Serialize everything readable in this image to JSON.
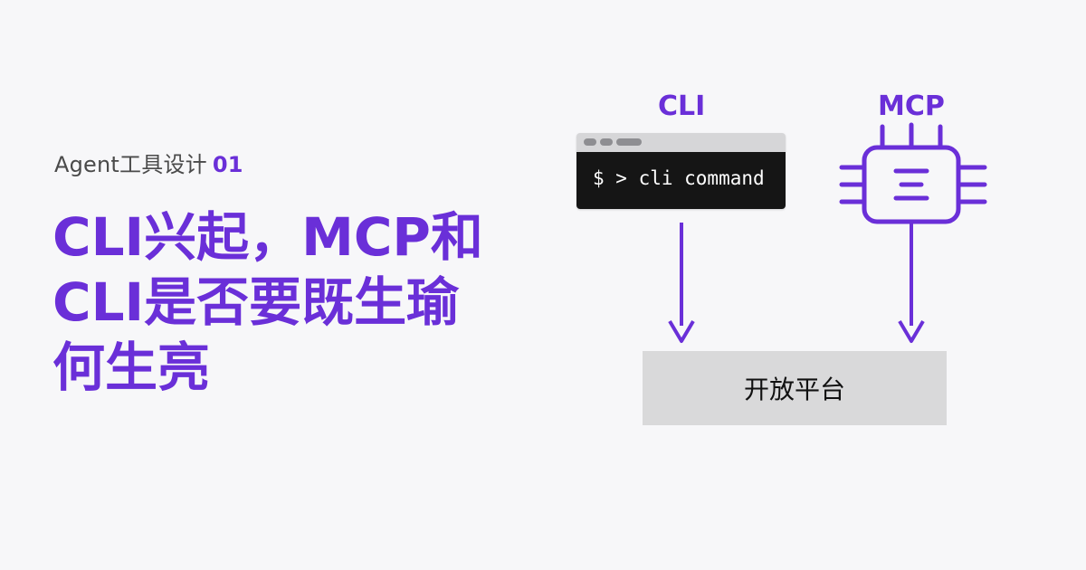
{
  "kicker": {
    "label": "Agent工具设计",
    "number": "01"
  },
  "headline": {
    "lines": [
      "CLI兴起，MCP和",
      "CLI是否要既生瑜",
      "何生亮"
    ]
  },
  "diagram": {
    "cli_label": "CLI",
    "mcp_label": "MCP",
    "terminal_command": "$ > cli command",
    "platform_label": "开放平台",
    "mcp_icon": "chip-icon",
    "terminal_icon": "terminal-window-icon"
  },
  "colors": {
    "accent": "#6a2fd8",
    "background": "#f7f7f9",
    "terminal_bg": "#151515",
    "platform_bg": "#d9d9da"
  }
}
